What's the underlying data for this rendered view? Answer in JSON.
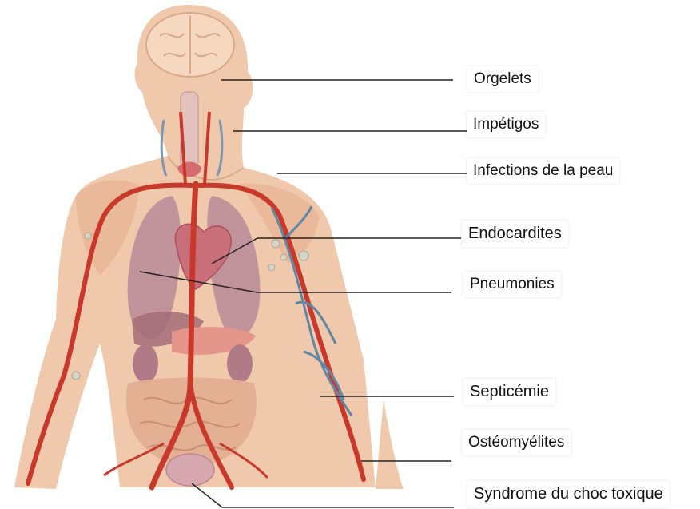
{
  "labels": [
    {
      "id": "orgelets",
      "text": "Orgelets"
    },
    {
      "id": "impetigos",
      "text": "Impétigos"
    },
    {
      "id": "infections-peau",
      "text": "Infections de la peau"
    },
    {
      "id": "endocardites",
      "text": "Endocardites"
    },
    {
      "id": "pneumonies",
      "text": "Pneumonies"
    },
    {
      "id": "septicemie",
      "text": "Septicémie"
    },
    {
      "id": "osteomyelites",
      "text": "Ostéomyélites"
    },
    {
      "id": "choc-toxique",
      "text": "Syndrome du choc toxique"
    }
  ],
  "colors": {
    "skin": "#f0c8ac",
    "artery": "#c8392b",
    "vein": "#5f88a8",
    "organ": "#b98a98",
    "intestine": "#e2ad90",
    "leader_line": "#222222"
  }
}
